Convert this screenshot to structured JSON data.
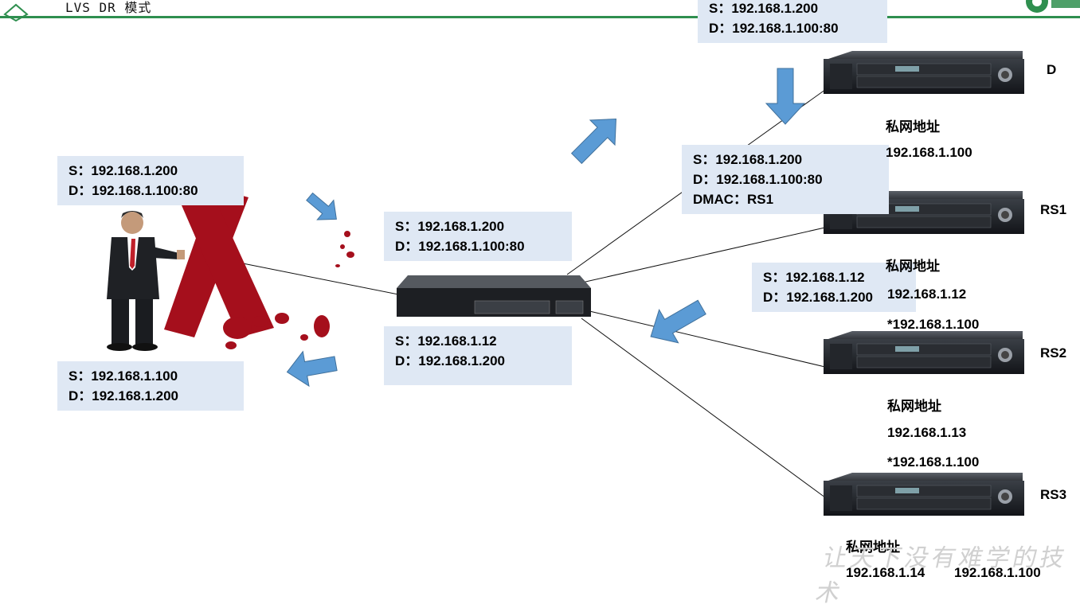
{
  "header": {
    "title": "LVS DR 模式"
  },
  "packets": {
    "top": {
      "src": "S：192.168.1.200",
      "dst": "D：192.168.1.100:80"
    },
    "director_out": {
      "src": "S：192.168.1.200",
      "dst": "D：192.168.1.100:80",
      "dmac": "DMAC：RS1"
    },
    "client_req": {
      "src": "S：192.168.1.200",
      "dst": "D：192.168.1.100:80"
    },
    "switch_in": {
      "src": "S：192.168.1.200",
      "dst": "D：192.168.1.100:80"
    },
    "switch_reply": {
      "src": "S：192.168.1.12",
      "dst": "D：192.168.1.200"
    },
    "rs1_reply": {
      "src": "S：192.168.1.12",
      "dst": "D：192.168.1.200"
    },
    "client_reply": {
      "src": "S：192.168.1.100",
      "dst": "D：192.168.1.200"
    }
  },
  "servers": {
    "director": {
      "name": "D",
      "label": "私网地址",
      "ip": "192.168.1.100"
    },
    "rs1": {
      "name": "RS1",
      "label": "私网地址",
      "ip": "192.168.1.12",
      "vip": "*192.168.1.100"
    },
    "rs2": {
      "name": "RS2",
      "label": "私网地址",
      "ip": "192.168.1.13",
      "vip": "*192.168.1.100"
    },
    "rs3": {
      "name": "RS3",
      "label": "私网地址",
      "ip": "192.168.1.14",
      "vip": "192.168.1.100"
    }
  },
  "watermark": "让天下没有难学的技术",
  "colors": {
    "arrow": "#5b9bd5",
    "box": "#dfe8f4",
    "cross": "#a50f1c",
    "rule": "#2f8f4f"
  }
}
